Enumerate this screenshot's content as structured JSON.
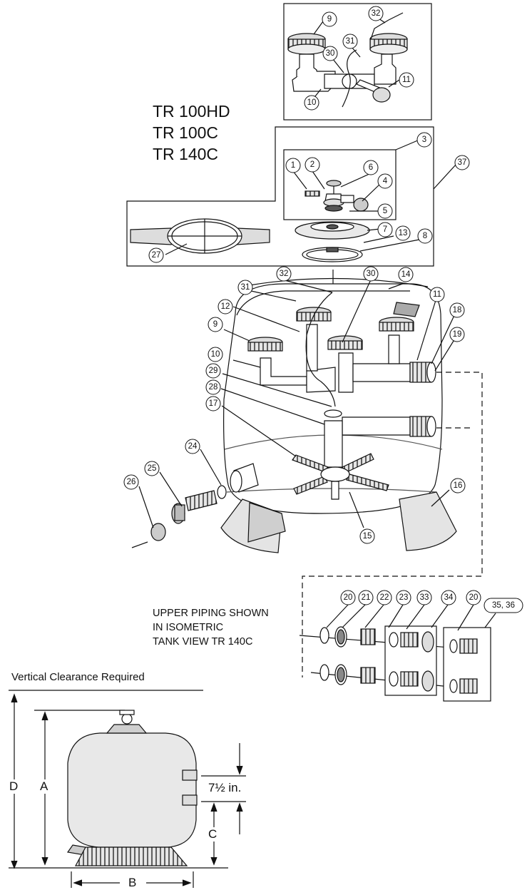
{
  "models": [
    "TR 100HD",
    "TR 100C",
    "TR 140C"
  ],
  "note_lines": [
    "UPPER PIPING SHOWN",
    "IN ISOMETRIC",
    "TANK VIEW TR 140C"
  ],
  "clearance_label": "Vertical Clearance Required",
  "dimensions": {
    "D": "D",
    "A": "A",
    "B": "B",
    "C": "C",
    "gap": "7½ in."
  },
  "callouts": {
    "c1": "1",
    "c2": "2",
    "c3": "3",
    "c4": "4",
    "c5": "5",
    "c6": "6",
    "c7": "7",
    "c8": "8",
    "c9a": "9",
    "c9b": "9",
    "c10a": "10",
    "c10b": "10",
    "c11a": "11",
    "c11b": "11",
    "c12": "12",
    "c13": "13",
    "c14": "14",
    "c15": "15",
    "c16": "16",
    "c17": "17",
    "c18": "18",
    "c19": "19",
    "c20a": "20",
    "c20b": "20",
    "c21": "21",
    "c22": "22",
    "c23": "23",
    "c24": "24",
    "c25": "25",
    "c26": "26",
    "c27": "27",
    "c28": "28",
    "c29": "29",
    "c30a": "30",
    "c30b": "30",
    "c31a": "31",
    "c31b": "31",
    "c32a": "32",
    "c32b": "32",
    "c33": "33",
    "c34": "34",
    "c3536": "35, 36",
    "c37": "37"
  }
}
